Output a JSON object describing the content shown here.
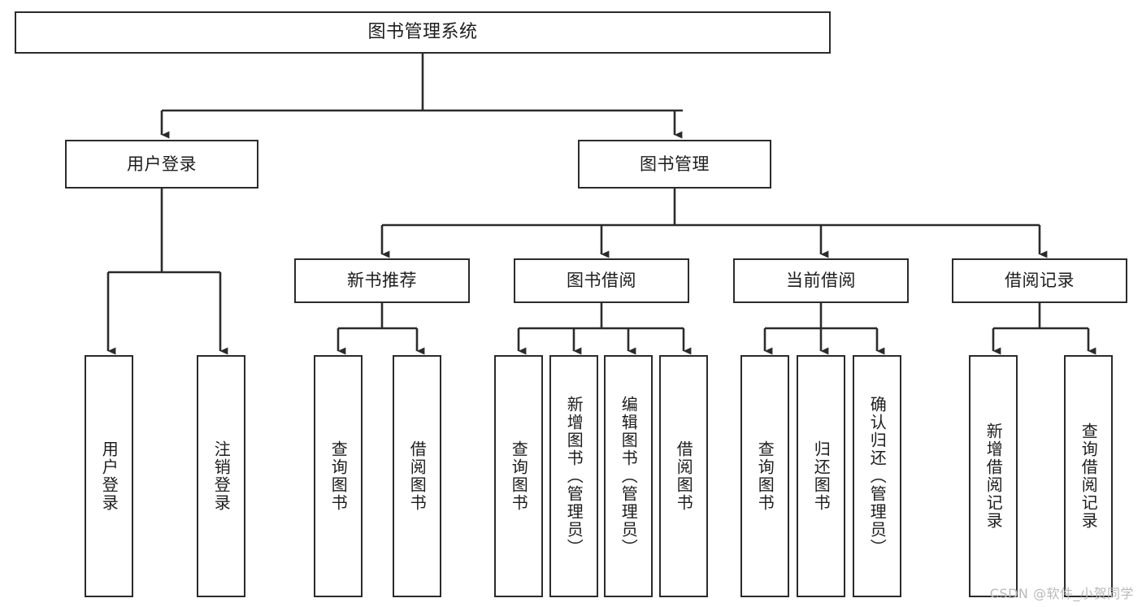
{
  "diagram": {
    "title": "图书管理系统",
    "type": "tree",
    "watermark": "CSDN @软件_小贺同学",
    "colors": {
      "box_border": "#2b2b2b",
      "box_fill": "#ffffff",
      "connector": "#2b2b2b",
      "text": "#1d1d1d",
      "watermark": "#b9b9b9",
      "background": "#ffffff"
    },
    "levels": {
      "root": "图书管理系统",
      "level2": [
        "用户登录",
        "图书管理"
      ],
      "level3": [
        "新书推荐",
        "图书借阅",
        "当前借阅",
        "借阅记录"
      ]
    },
    "nodes": {
      "root": {
        "label": "图书管理系统"
      },
      "user_login": {
        "label": "用户登录"
      },
      "book_manage": {
        "label": "图书管理"
      },
      "new_book_recommend": {
        "label": "新书推荐"
      },
      "book_borrow": {
        "label": "图书借阅"
      },
      "current_borrow": {
        "label": "当前借阅"
      },
      "borrow_record": {
        "label": "借阅记录"
      },
      "leaf_user_login": {
        "label": "用户登录"
      },
      "leaf_user_logout": {
        "label": "注销登录"
      },
      "leaf_query_book_1": {
        "label": "查询图书"
      },
      "leaf_borrow_book_1": {
        "label": "借阅图书"
      },
      "leaf_query_book_2": {
        "label": "查询图书"
      },
      "leaf_add_book": {
        "label": "新增图书（管理员）"
      },
      "leaf_edit_book": {
        "label": "编辑图书（管理员）"
      },
      "leaf_borrow_book_2": {
        "label": "借阅图书"
      },
      "leaf_query_book_3": {
        "label": "查询图书"
      },
      "leaf_return_book": {
        "label": "归还图书"
      },
      "leaf_confirm_return": {
        "label": "确认归还（管理员）"
      },
      "leaf_add_record": {
        "label": "新增借阅记录"
      },
      "leaf_query_record": {
        "label": "查询借阅记录"
      }
    },
    "tree": [
      {
        "label": "图书管理系统",
        "children": [
          {
            "label": "用户登录",
            "children": [
              {
                "label": "用户登录"
              },
              {
                "label": "注销登录"
              }
            ]
          },
          {
            "label": "图书管理",
            "children": [
              {
                "label": "新书推荐",
                "children": [
                  {
                    "label": "查询图书"
                  },
                  {
                    "label": "借阅图书"
                  }
                ]
              },
              {
                "label": "图书借阅",
                "children": [
                  {
                    "label": "查询图书"
                  },
                  {
                    "label": "新增图书（管理员）"
                  },
                  {
                    "label": "编辑图书（管理员）"
                  },
                  {
                    "label": "借阅图书"
                  }
                ]
              },
              {
                "label": "当前借阅",
                "children": [
                  {
                    "label": "查询图书"
                  },
                  {
                    "label": "归还图书"
                  },
                  {
                    "label": "确认归还（管理员）"
                  }
                ]
              },
              {
                "label": "借阅记录",
                "children": [
                  {
                    "label": "新增借阅记录"
                  },
                  {
                    "label": "查询借阅记录"
                  }
                ]
              }
            ]
          }
        ]
      }
    ]
  }
}
